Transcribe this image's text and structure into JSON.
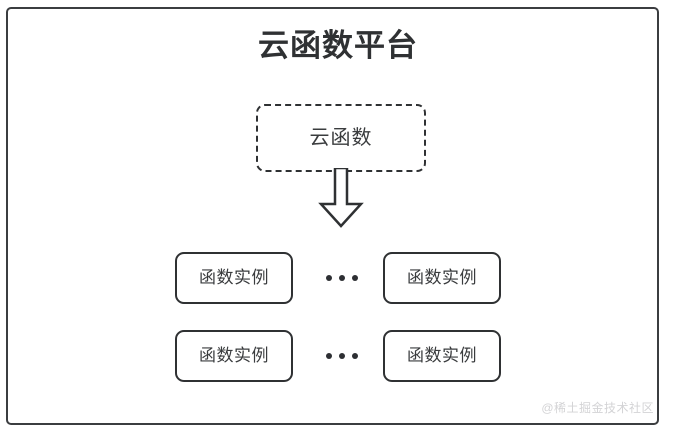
{
  "diagram": {
    "title": "云函数平台",
    "function_node": {
      "label": "云函数",
      "icon": "dashed-box-icon"
    },
    "arrow": {
      "icon": "arrow-down-icon",
      "direction": "down"
    },
    "rows": [
      {
        "left_instance": "函数实例",
        "ellipsis": "•••",
        "right_instance": "函数实例"
      },
      {
        "left_instance": "函数实例",
        "ellipsis": "•••",
        "right_instance": "函数实例"
      }
    ],
    "watermark": "@稀土掘金技术社区",
    "colors": {
      "stroke": "#2f3133",
      "frame": "#3b3d40",
      "text": "#3a3c3e",
      "title": "#2f3133",
      "watermark": "#d3d3d5",
      "background": "#ffffff"
    }
  }
}
